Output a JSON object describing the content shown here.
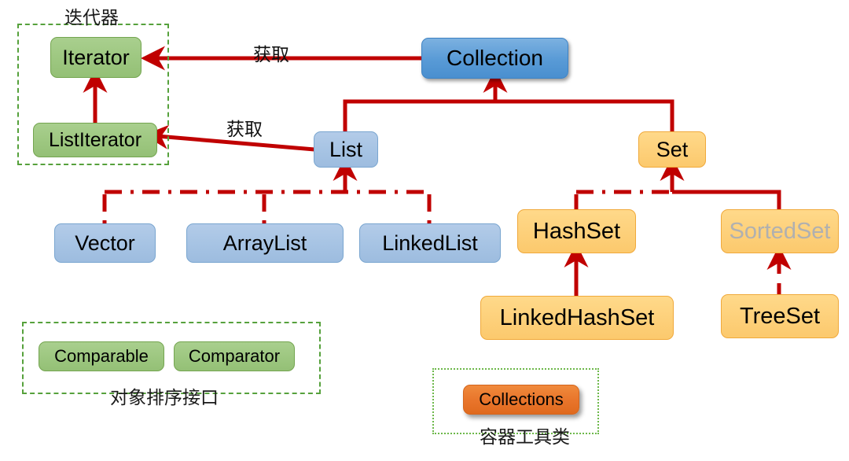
{
  "diagram": {
    "title": "Java Collection Framework Hierarchy",
    "colors": {
      "arrow": "#c00000",
      "group_border_dashed": "#56a13c",
      "group_border_dotted": "#6db84a",
      "green_fill": "#9dc780",
      "blue_fill": "#a7c4e4",
      "blue_strong_fill": "#589ad6",
      "amber_fill": "#fdd07a",
      "orange_fill": "#e8742a",
      "muted_text": "#b0b0b0"
    }
  },
  "groups": [
    {
      "id": "iterator-group",
      "label": "迭代器",
      "border": "dashed"
    },
    {
      "id": "comparator-group",
      "label": "对象排序接口",
      "border": "dashed"
    },
    {
      "id": "collections-group",
      "label": "容器工具类",
      "border": "dotted"
    }
  ],
  "nodes": [
    {
      "id": "iterator",
      "label": "Iterator",
      "style": "green"
    },
    {
      "id": "listiterator",
      "label": "ListIterator",
      "style": "green"
    },
    {
      "id": "collection",
      "label": "Collection",
      "style": "blue-strong"
    },
    {
      "id": "list",
      "label": "List",
      "style": "blue"
    },
    {
      "id": "set",
      "label": "Set",
      "style": "amber"
    },
    {
      "id": "vector",
      "label": "Vector",
      "style": "blue"
    },
    {
      "id": "arraylist",
      "label": "ArrayList",
      "style": "blue"
    },
    {
      "id": "linkedlist",
      "label": "LinkedList",
      "style": "blue"
    },
    {
      "id": "hashset",
      "label": "HashSet",
      "style": "amber"
    },
    {
      "id": "sortedset",
      "label": "SortedSet",
      "style": "amber-muted"
    },
    {
      "id": "linkedhashset",
      "label": "LinkedHashSet",
      "style": "amber"
    },
    {
      "id": "treeset",
      "label": "TreeSet",
      "style": "amber"
    },
    {
      "id": "comparable",
      "label": "Comparable",
      "style": "green"
    },
    {
      "id": "comparator",
      "label": "Comparator",
      "style": "green"
    },
    {
      "id": "collections",
      "label": "Collections",
      "style": "orange"
    }
  ],
  "edges": [
    {
      "id": "collection-to-iterator",
      "from": "collection",
      "to": "iterator",
      "label": "获取",
      "line": "solid"
    },
    {
      "id": "list-to-listiterator",
      "from": "list",
      "to": "listiterator",
      "label": "获取",
      "line": "solid"
    },
    {
      "id": "listiterator-to-iterator",
      "from": "listiterator",
      "to": "iterator",
      "label": "",
      "line": "solid"
    },
    {
      "id": "list-to-collection",
      "from": "list",
      "to": "collection",
      "label": "",
      "line": "solid"
    },
    {
      "id": "set-to-collection",
      "from": "set",
      "to": "collection",
      "label": "",
      "line": "solid"
    },
    {
      "id": "vector-to-list",
      "from": "vector",
      "to": "list",
      "label": "",
      "line": "dash-dot"
    },
    {
      "id": "arraylist-to-list",
      "from": "arraylist",
      "to": "list",
      "label": "",
      "line": "dash-dot"
    },
    {
      "id": "linkedlist-to-list",
      "from": "linkedlist",
      "to": "list",
      "label": "",
      "line": "dash-dot"
    },
    {
      "id": "hashset-to-set",
      "from": "hashset",
      "to": "set",
      "label": "",
      "line": "dash-dot"
    },
    {
      "id": "sortedset-to-set",
      "from": "sortedset",
      "to": "set",
      "label": "",
      "line": "solid"
    },
    {
      "id": "linkedhashset-to-hashset",
      "from": "linkedhashset",
      "to": "hashset",
      "label": "",
      "line": "solid"
    },
    {
      "id": "treeset-to-sortedset",
      "from": "treeset",
      "to": "sortedset",
      "label": "",
      "line": "dashed"
    }
  ],
  "edge_labels": {
    "collection_to_iterator": "获取",
    "list_to_listiterator": "获取"
  }
}
